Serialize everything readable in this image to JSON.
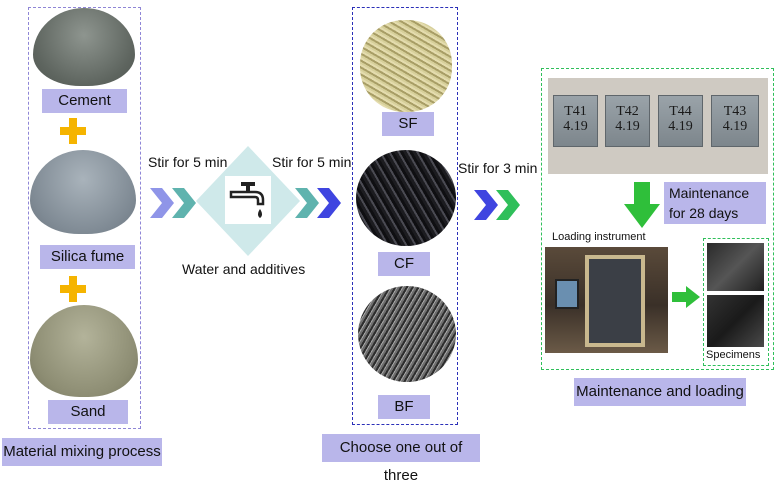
{
  "mixing": {
    "cement": "Cement",
    "silica_fume": "Silica fume",
    "sand": "Sand",
    "process": "Material mixing process"
  },
  "steps": {
    "stir1": "Stir for 5 min",
    "stir2": "Stir for 5 min",
    "stir3": "Stir for 3 min",
    "water": "Water and additives"
  },
  "fibers": {
    "sf": "SF",
    "cf": "CF",
    "bf": "BF",
    "choose": "Choose one out of three"
  },
  "maintenance": {
    "cubes": [
      "T41\n4.19",
      "T42\n4.19",
      "T44\n4.19",
      "T43\n4.19"
    ],
    "maintenance_line1": "Maintenance",
    "maintenance_line2": "for 28 days",
    "loading_instrument": "Loading instrument",
    "specimens": "Specimens",
    "section": "Maintenance and loading"
  },
  "colors": {
    "label_bg": "#b9b6ea",
    "purple_dash": "#8f86d6",
    "blue_dash": "#2b2fb8",
    "green_dash": "#2fbf5a",
    "plus": "#f5b400",
    "diamond": "#cfe9ea"
  },
  "icons": [
    "plus-icon",
    "chevron-arrow-icon",
    "faucet-icon",
    "down-arrow-icon",
    "right-arrow-icon"
  ]
}
